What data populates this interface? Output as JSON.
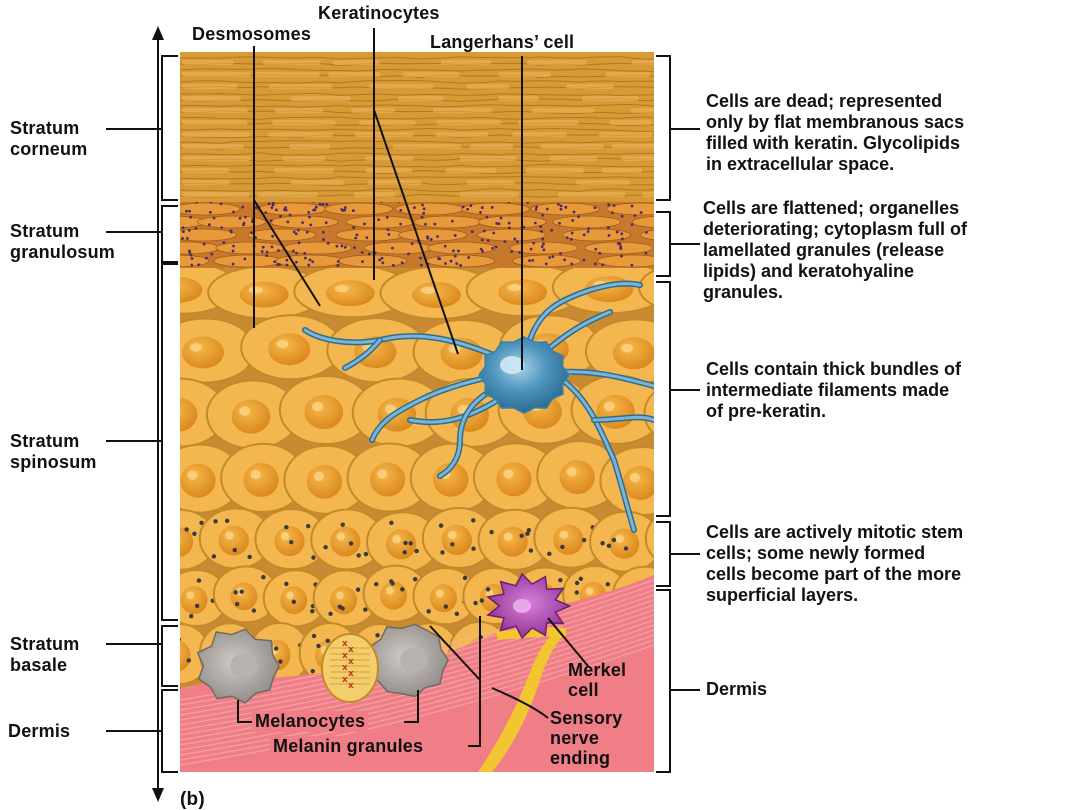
{
  "figure_label": "(b)",
  "layers": [
    {
      "id": "corneum",
      "label_lines": [
        "Stratum",
        "corneum"
      ],
      "description": [
        "Cells are dead; represented",
        "only by flat membranous sacs",
        "filled with keratin. Glycolipids",
        "in extracellular space."
      ]
    },
    {
      "id": "granulosum",
      "label_lines": [
        "Stratum",
        "granulosum"
      ],
      "description": [
        "Cells are flattened; organelles",
        "deteriorating; cytoplasm full of",
        "lamellated granules (release",
        "lipids) and keratohyaline",
        "granules."
      ]
    },
    {
      "id": "spinosum",
      "label_lines": [
        "Stratum",
        "spinosum"
      ],
      "description": [
        "Cells contain thick bundles of",
        "intermediate filaments made",
        "of pre-keratin."
      ]
    },
    {
      "id": "basale",
      "label_lines": [
        "Stratum",
        "basale"
      ],
      "description": [
        "Cells are actively mitotic stem",
        "cells; some newly formed",
        "cells become part of the more",
        "superficial layers."
      ]
    },
    {
      "id": "dermis",
      "label_lines": [
        "Dermis"
      ],
      "description": [
        "Dermis"
      ]
    }
  ],
  "callouts": {
    "keratinocytes": "Keratinocytes",
    "desmosomes": "Desmosomes",
    "langerhans": "Langerhans’ cell",
    "merkel": [
      "Merkel",
      "cell"
    ],
    "sensory": [
      "Sensory",
      "nerve",
      "ending"
    ],
    "melanocytes": "Melanocytes",
    "melanin": "Melanin granules"
  },
  "colors": {
    "corneum": "#d89a35",
    "granulosum": "#c8782c",
    "cell_fill": "#f4b64e",
    "cell_edge": "#c48a2a",
    "nucleus": "#e8961e",
    "dermis": "#f07e86",
    "langerhans": "#3a80a8",
    "merkel": "#9a3aa0",
    "nerve": "#f2c630",
    "melanocyte": "#a8a39f",
    "line": "#111111"
  }
}
